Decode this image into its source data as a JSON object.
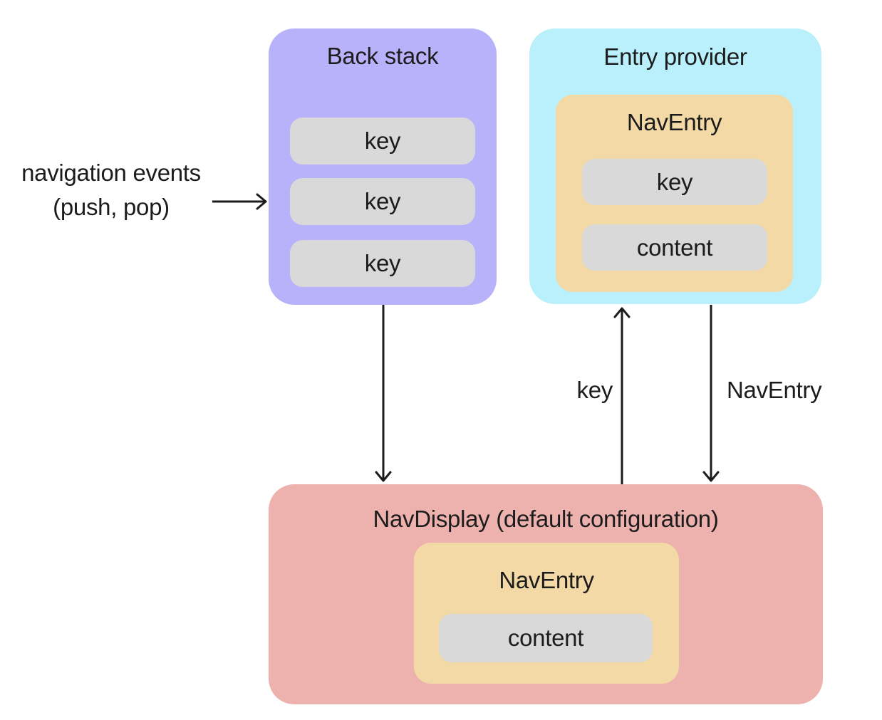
{
  "colors": {
    "back_stack_bg": "#b8b2fa",
    "entry_provider_bg": "#b9f0fc",
    "nav_entry_bg": "#f3d9a5",
    "nav_display_bg": "#edb1ae",
    "pill_bg": "#d9d9d9",
    "text": "#1c1c1c",
    "arrow": "#1c1c1c",
    "background": "#ffffff"
  },
  "back_stack": {
    "title": "Back stack",
    "keys": [
      "key",
      "key",
      "key"
    ]
  },
  "entry_provider": {
    "title": "Entry provider",
    "nav_entry": {
      "title": "NavEntry",
      "key": "key",
      "content": "content"
    }
  },
  "nav_display": {
    "title": "NavDisplay (default configuration)",
    "nav_entry": {
      "title": "NavEntry",
      "content": "content"
    }
  },
  "annotations": {
    "nav_events_line1": "navigation events",
    "nav_events_line2": "(push, pop)",
    "key_label": "key",
    "nav_entry_label": "NavEntry"
  }
}
